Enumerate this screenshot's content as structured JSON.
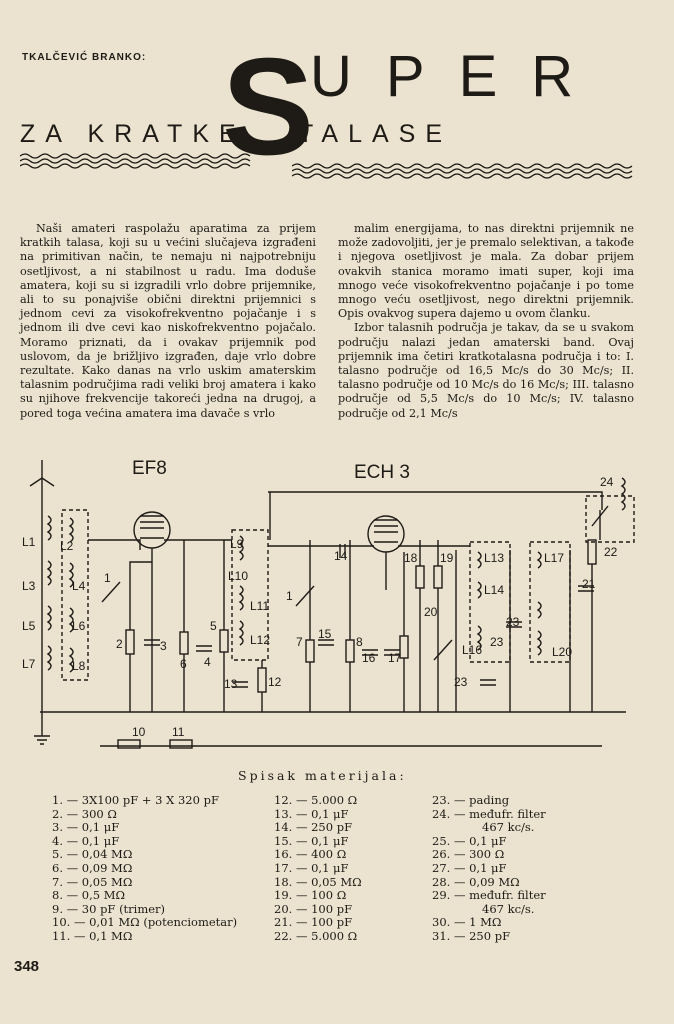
{
  "header": {
    "author": "TKALČEVIĆ BRANKO:",
    "title_initial": "S",
    "title_rest": "UPER",
    "subtitle_part1": "ZA KRATKE",
    "subtitle_part2": "TALASE"
  },
  "article": {
    "col1": [
      "Naši amateri raspolažu aparatima za prijem kratkih talasa, koji su u većini slučajeva izgrađeni na primitivan način, te nemaju ni najpotrebniju osetljivost, a ni stabilnost u radu. Ima doduše amatera, koji su si izgradili vrlo dobre prijemnike, ali to su ponajviše obični direktni prijemnici s jednom cevi za visokofrekventno pojačanje i s jednom ili dve cevi kao niskofrekventno pojačalo. Moramo priznati, da i ovakav prijemnik pod uslovom, da je brižljivo izgrađen, daje vrlo dobre rezultate. Kako danas na vrlo uskim amaterskim talasnim područjima radi veliki broj amatera i kako su njihove frekvencije takoreći jedna na drugoj, a pored toga većina amatera ima davače s vrlo"
    ],
    "col2": [
      "malim energijama, to nas direktni prijemnik ne može zadovoljiti, jer je premalo selektivan, a takođe i njegova osetljivost je mala. Za dobar prijem ovakvih stanica moramo imati super, koji ima mnogo veće visokofrekventno pojačanje i po tome mnogo veću osetljivost, nego direktni prijemnik. Opis ovakvog supera dajemo u ovom članku.",
      "Izbor talasnih područja je takav, da se u svakom području nalazi jedan amaterski band. Ovaj prijemnik ima četiri kratkotalasna područja i to: I. talasno područje od 16,5 Mc/s do 30 Mc/s; II. talasno područje od 10 Mc/s do 16 Mc/s; III. talasno područje od 5,5 Mc/s do 10 Mc/s; IV. talasno područje od 2,1 Mc/s"
    ]
  },
  "schematic": {
    "tube1": "EF8",
    "tube2": "ECH 3",
    "components": [
      {
        "label": "L1"
      },
      {
        "label": "L2"
      },
      {
        "label": "L3"
      },
      {
        "label": "L4"
      },
      {
        "label": "L5"
      },
      {
        "label": "L6"
      },
      {
        "label": "L7"
      },
      {
        "label": "L8"
      },
      {
        "label": "L9"
      },
      {
        "label": "L10"
      },
      {
        "label": "L11"
      },
      {
        "label": "L12"
      },
      {
        "label": "L13"
      },
      {
        "label": "L14"
      },
      {
        "label": "L16"
      },
      {
        "label": "L17"
      },
      {
        "label": "L20"
      },
      {
        "label": "1"
      },
      {
        "label": "1"
      },
      {
        "label": "2"
      },
      {
        "label": "3"
      },
      {
        "label": "4"
      },
      {
        "label": "5"
      },
      {
        "label": "6"
      },
      {
        "label": "7"
      },
      {
        "label": "8"
      },
      {
        "label": "10"
      },
      {
        "label": "11"
      },
      {
        "label": "12"
      },
      {
        "label": "13"
      },
      {
        "label": "14"
      },
      {
        "label": "15"
      },
      {
        "label": "16"
      },
      {
        "label": "17"
      },
      {
        "label": "18"
      },
      {
        "label": "19"
      },
      {
        "label": "20"
      },
      {
        "label": "21"
      },
      {
        "label": "22"
      },
      {
        "label": "23"
      },
      {
        "label": "23"
      },
      {
        "label": "23"
      },
      {
        "label": "24"
      }
    ]
  },
  "materials": {
    "title": "Spisak materijala:",
    "col1": [
      "1. — 3X100 pF + 3 X 320 pF",
      "2. — 300 Ω",
      "3. — 0,1 μF",
      "4. — 0,1 μF",
      "5. — 0,04 MΩ",
      "6. — 0,09 MΩ",
      "7. — 0,05 MΩ",
      "8. — 0,5 MΩ",
      "9. — 30 pF (trimer)",
      "10. — 0,01 MΩ (potenciometar)",
      "11. — 0,1 MΩ"
    ],
    "col2": [
      "12. — 5.000 Ω",
      "13. — 0,1 μF",
      "14. — 250 pF",
      "15. — 0,1 μF",
      "16. — 400 Ω",
      "17. — 0,1 μF",
      "18. — 0,05 MΩ",
      "19. — 100 Ω",
      "20. — 100 pF",
      "21. — 100 pF",
      "22. — 5.000 Ω"
    ],
    "col3": [
      "23. — pading",
      "24. — međufr. filter",
      "467 kc/s.",
      "25. — 0,1 μF",
      "26. — 300 Ω",
      "27. — 0,1 μF",
      "28. — 0,09 MΩ",
      "29. — međufr. filter",
      "467 kc/s.",
      "30. — 1 MΩ",
      "31. — 250 pF"
    ]
  },
  "page_number": "348"
}
